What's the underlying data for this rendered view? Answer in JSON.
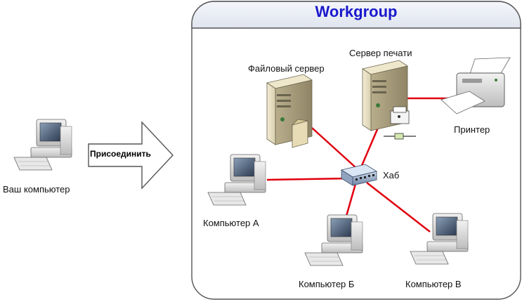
{
  "workgroup": {
    "title": "Workgroup"
  },
  "arrow": {
    "label": "Присоединить"
  },
  "nodes": {
    "your_computer": "Ваш компьютер",
    "file_server": "Файловый сервер",
    "print_server": "Сервер печати",
    "printer": "Принтер",
    "hub": "Хаб",
    "computer_a": "Компьютер А",
    "computer_b": "Компьютер Б",
    "computer_v": "Компьютер В"
  },
  "colors": {
    "link": "#e0000f",
    "title": "#1a1acc",
    "panel_border": "#555555",
    "panel_header": "#eef1f7"
  }
}
